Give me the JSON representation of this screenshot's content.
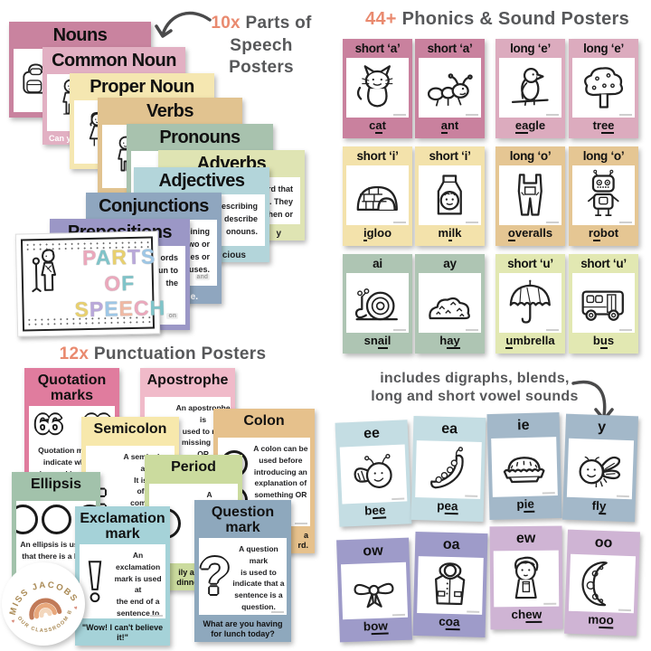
{
  "colors": {
    "accent": "#e98a6f",
    "heading": "#57585a",
    "ink": "#1d1d1f"
  },
  "headings": {
    "pos": {
      "count": "10x",
      "label": "Parts of Speech Posters"
    },
    "phonics": {
      "count": "44+",
      "label": "Phonics & Sound Posters"
    },
    "punct": {
      "count": "12x",
      "label": "Punctuation Posters"
    },
    "digraph_note": "includes digraphs, blends,\nlong and short vowel sounds"
  },
  "phonics": {
    "cards": [
      {
        "sound": "short ‘a’",
        "color": "#c9819e",
        "icon": "cat",
        "pre": "c",
        "mid": "a",
        "post": "t"
      },
      {
        "sound": "short ‘a’",
        "color": "#c9819e",
        "icon": "ant",
        "pre": "",
        "mid": "a",
        "post": "nt"
      },
      {
        "sound": "long ‘e’",
        "color": "#dcabbe",
        "icon": "eagle",
        "pre": "",
        "mid": "ea",
        "post": "gle"
      },
      {
        "sound": "long ‘e’",
        "color": "#dcabbe",
        "icon": "tree",
        "pre": "tr",
        "mid": "ee",
        "post": ""
      },
      {
        "sound": "short ‘i’",
        "color": "#f3e2ab",
        "icon": "igloo",
        "pre": "",
        "mid": "i",
        "post": "gloo"
      },
      {
        "sound": "short ‘i’",
        "color": "#f3e2ab",
        "icon": "milk",
        "pre": "m",
        "mid": "i",
        "post": "lk"
      },
      {
        "sound": "long ‘o’",
        "color": "#e5c693",
        "icon": "overalls",
        "pre": "",
        "mid": "o",
        "post": "veralls"
      },
      {
        "sound": "long ‘o’",
        "color": "#e5c693",
        "icon": "robot",
        "pre": "r",
        "mid": "o",
        "post": "bot"
      },
      {
        "sound": "ai",
        "color": "#aec5b3",
        "icon": "snail",
        "pre": "sn",
        "mid": "ai",
        "post": "l"
      },
      {
        "sound": "ay",
        "color": "#aec5b3",
        "icon": "hay",
        "pre": "h",
        "mid": "ay",
        "post": ""
      },
      {
        "sound": "short ‘u’",
        "color": "#e2e8b2",
        "icon": "umbrella",
        "pre": "",
        "mid": "u",
        "post": "mbrella"
      },
      {
        "sound": "short ‘u’",
        "color": "#e2e8b2",
        "icon": "bus",
        "pre": "b",
        "mid": "u",
        "post": "s"
      }
    ]
  },
  "digraphs": {
    "cards": [
      {
        "sound": "ee",
        "color": "#c4dde3",
        "icon": "bee",
        "pre": "b",
        "mid": "ee",
        "post": ""
      },
      {
        "sound": "ea",
        "color": "#c4dde3",
        "icon": "pea",
        "pre": "p",
        "mid": "ea",
        "post": ""
      },
      {
        "sound": "ie",
        "color": "#a3b8c9",
        "icon": "pie",
        "pre": "p",
        "mid": "ie",
        "post": ""
      },
      {
        "sound": "y",
        "color": "#a3b8c9",
        "icon": "fly",
        "pre": "fl",
        "mid": "y",
        "post": ""
      },
      {
        "sound": "ow",
        "color": "#9e9bc9",
        "icon": "bow",
        "pre": "b",
        "mid": "ow",
        "post": ""
      },
      {
        "sound": "oa",
        "color": "#9e9bc9",
        "icon": "coat",
        "pre": "c",
        "mid": "oa",
        "post": ""
      },
      {
        "sound": "ew",
        "color": "#cfb4d4",
        "icon": "chew",
        "pre": "ch",
        "mid": "ew",
        "post": ""
      },
      {
        "sound": "oo",
        "color": "#cfb4d4",
        "icon": "moon",
        "pre": "m",
        "mid": "oo",
        "post": ""
      }
    ]
  },
  "pos": {
    "cards": [
      {
        "title": "Nouns",
        "color": "#c9839f",
        "icon": "backpack"
      },
      {
        "title": "Common Noun",
        "color": "#e2b0c3",
        "icon": "boy",
        "note": "Can yo"
      },
      {
        "title": "Proper Noun",
        "color": "#f5e7b1",
        "icon": "girl"
      },
      {
        "title": "Verbs",
        "color": "#e1c390",
        "icon": "boy2"
      },
      {
        "title": "Pronouns",
        "color": "#a8c2ae",
        "icon": "girlface"
      },
      {
        "title": "Adverbs",
        "color": "#dfe4b3",
        "body": "ord that\nb. They\nwhen or",
        "footer": "y",
        "footer_color": "#1d1d1f"
      },
      {
        "title": "Adjectives",
        "color": "#b3d5da",
        "body": "describing\ndescribe\nonouns.",
        "footer": "cious",
        "footer_color": "#1d1d1f"
      },
      {
        "title": "Conjunctions",
        "color": "#8fa6bf",
        "body": "s are joining\ny join two or\ns, phrases or\nuses.",
        "chip": "and",
        "footer": "and spade.",
        "footer_color": "#ffffff"
      },
      {
        "title": "Prepositions",
        "color": "#9b97c6",
        "body": "ords\nun to\nthe",
        "chip": "on"
      }
    ]
  },
  "title_card": {
    "line1": "PARTS OF",
    "line2": "SPEECH",
    "palette": [
      "#eba8bc",
      "#7fc4c9",
      "#e8d06f",
      "#b9a8da",
      "#9ec7e6",
      "#f0b9a4"
    ]
  },
  "punctuation": {
    "cards": [
      {
        "title": "Quotation\nmarks",
        "color": "#e07c9e",
        "glyph": "quotes",
        "body": "Quotation marks a\nindicate when s\nis speaking or if s"
      },
      {
        "title": "Apostrophe",
        "color": "#f0bac9",
        "glyph": "apostrophe",
        "body": "An apostrophe is\nused to rep\nmissing lett\nOR\nto show th"
      },
      {
        "title": "Semicolon",
        "color": "#f7e8ac",
        "glyph": "semicolon",
        "body": "A semicolon\na p\nIt is us\nof a f\ncombine"
      },
      {
        "title": "Colon",
        "color": "#e6c18c",
        "glyph": "colon",
        "body": "A colon can be\nused before\nintroducing an\nexplanation of\nsomething OR to\nlist.",
        "footer": "a\nrd.",
        "footer_align": "right"
      },
      {
        "title": "Period",
        "color": "#cbdb9e",
        "glyph": "period",
        "body": "A\nis\nindica\nof a",
        "footer": "ily and I\ndinner la"
      },
      {
        "title": "Ellipsis",
        "color": "#a2c2ab",
        "glyph": "ellipsis",
        "body": "An ellipsis is used t\nthat there is a long"
      },
      {
        "title": "Exclamation\nmark",
        "color": "#a5d2d8",
        "glyph": "exclamation",
        "body": "An exclamation\nmark is used at\nthe end of a\nsentence to\nexpress\nexcitement or\nstrong feelings.",
        "footer": "\"Wow! I can't believe it!\""
      },
      {
        "title": "Question\nmark",
        "color": "#8ea8bd",
        "glyph": "question",
        "body": "A question mark\nis used to\nindicate that a\nsentence is a\nquestion.\nIt is found at the\nend of the\nsentence.",
        "footer": "What are you having\nfor lunch today?"
      }
    ]
  },
  "badge": {
    "top": "MISS JACOBS",
    "bottom": "YOUR CLASSROOM BFF",
    "text_color": "#aa8a55"
  }
}
